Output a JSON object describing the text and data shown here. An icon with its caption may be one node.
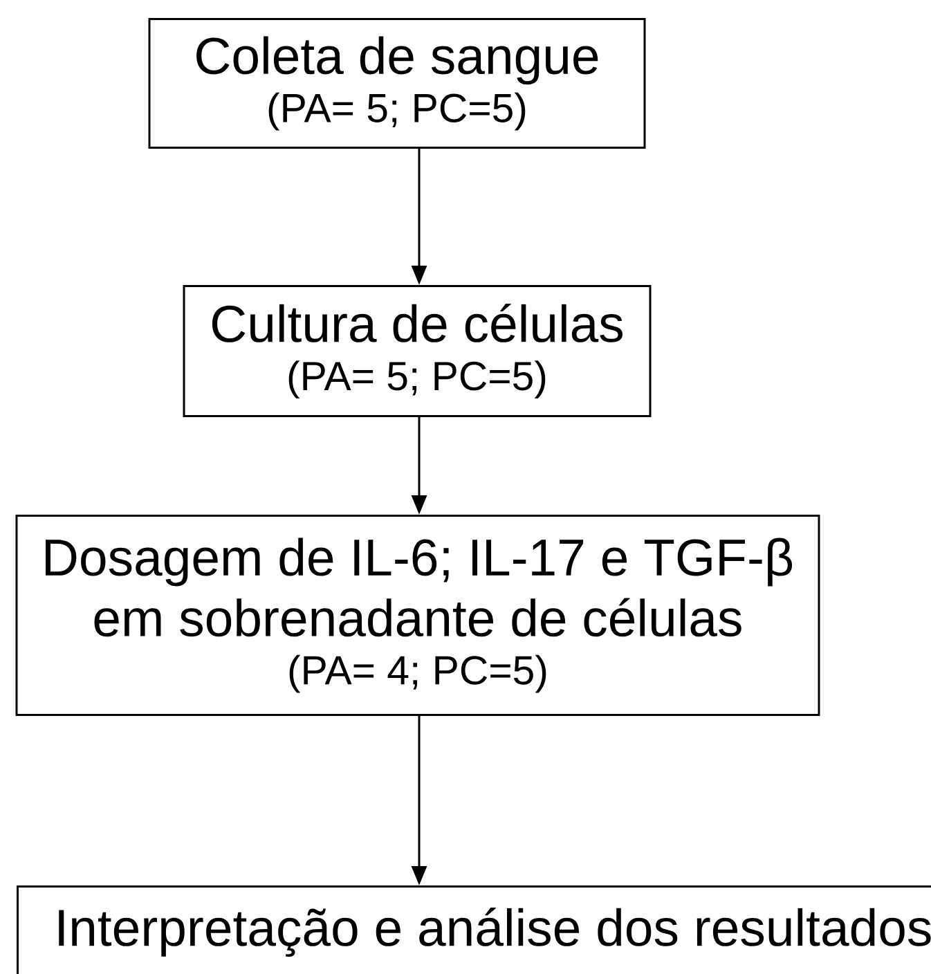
{
  "diagram": {
    "nodes": [
      {
        "text": [
          "Coleta de sangue",
          "(PA= 5; PC=5)"
        ]
      },
      {
        "text": [
          "Cultura de células",
          "(PA= 5; PC=5)"
        ]
      },
      {
        "text": [
          "Dosagem de IL-6; IL-17 e TGF-β em sobrenadante de células",
          "(PA= 4; PC=5)"
        ]
      },
      {
        "text": [
          "Interpretação e análise dos resultados"
        ]
      }
    ],
    "edges": [
      {
        "from": 0,
        "to": 1,
        "arrow": "to"
      },
      {
        "from": 1,
        "to": 2,
        "arrow": "to"
      },
      {
        "from": 2,
        "to": 3,
        "arrow": "to"
      }
    ]
  }
}
